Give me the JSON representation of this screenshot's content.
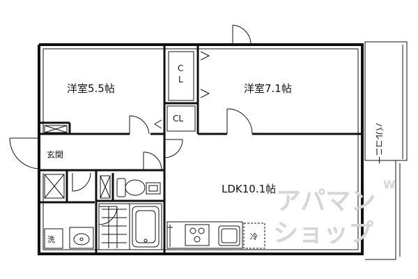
{
  "rooms": {
    "western_room_a": "洋室5.5帖",
    "western_room_b": "洋室7.1帖",
    "ldk": "LDK10.1帖",
    "closet_upper": "CL",
    "closet_lower": "CL",
    "entrance": "玄関",
    "balcony": "バルコニー",
    "washroom": "洗",
    "fridge": "冷"
  },
  "watermark": {
    "line1": "アパマン",
    "line2": "ショップ",
    "brand_mark": "W"
  },
  "colors": {
    "wall": "#111111",
    "background": "#ffffff",
    "watermark": "#d6d6d6"
  }
}
